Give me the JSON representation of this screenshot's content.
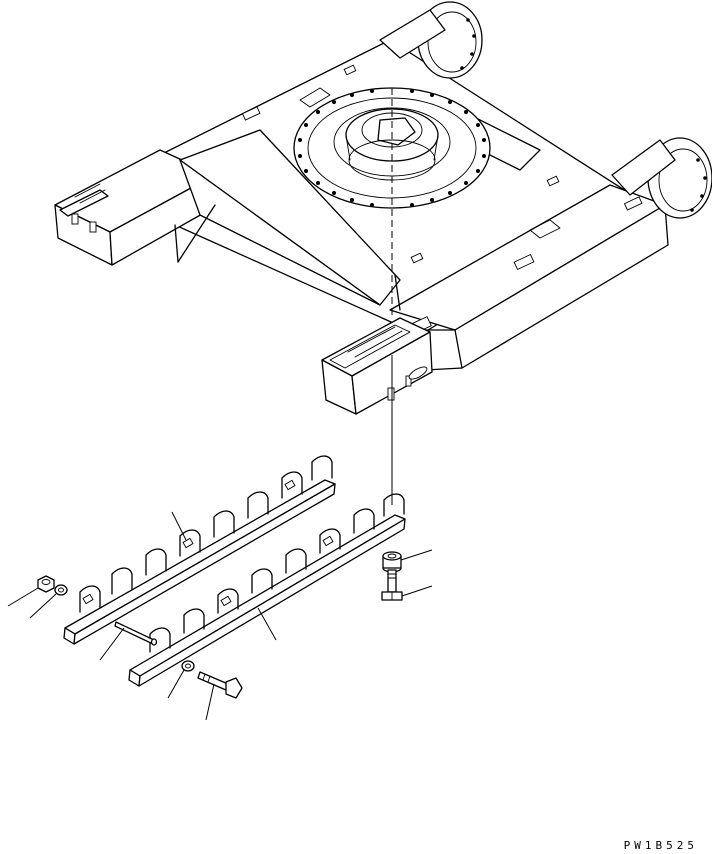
{
  "drawing": {
    "code": "PW1B525"
  },
  "parts": [
    {
      "name": "track-frame",
      "icon": "track-frame-icon"
    },
    {
      "name": "upper-track-guard-plate",
      "icon": "guard-plate-icon"
    },
    {
      "name": "lower-track-guard-plate",
      "icon": "guard-plate-icon"
    },
    {
      "name": "spacer",
      "icon": "spacer-icon"
    },
    {
      "name": "short-bolt",
      "icon": "bolt-icon"
    },
    {
      "name": "nut",
      "icon": "nut-icon"
    },
    {
      "name": "washer",
      "icon": "washer-icon"
    },
    {
      "name": "pin",
      "icon": "pin-icon"
    },
    {
      "name": "lower-washer",
      "icon": "washer-icon"
    },
    {
      "name": "long-bolt",
      "icon": "bolt-icon"
    }
  ]
}
